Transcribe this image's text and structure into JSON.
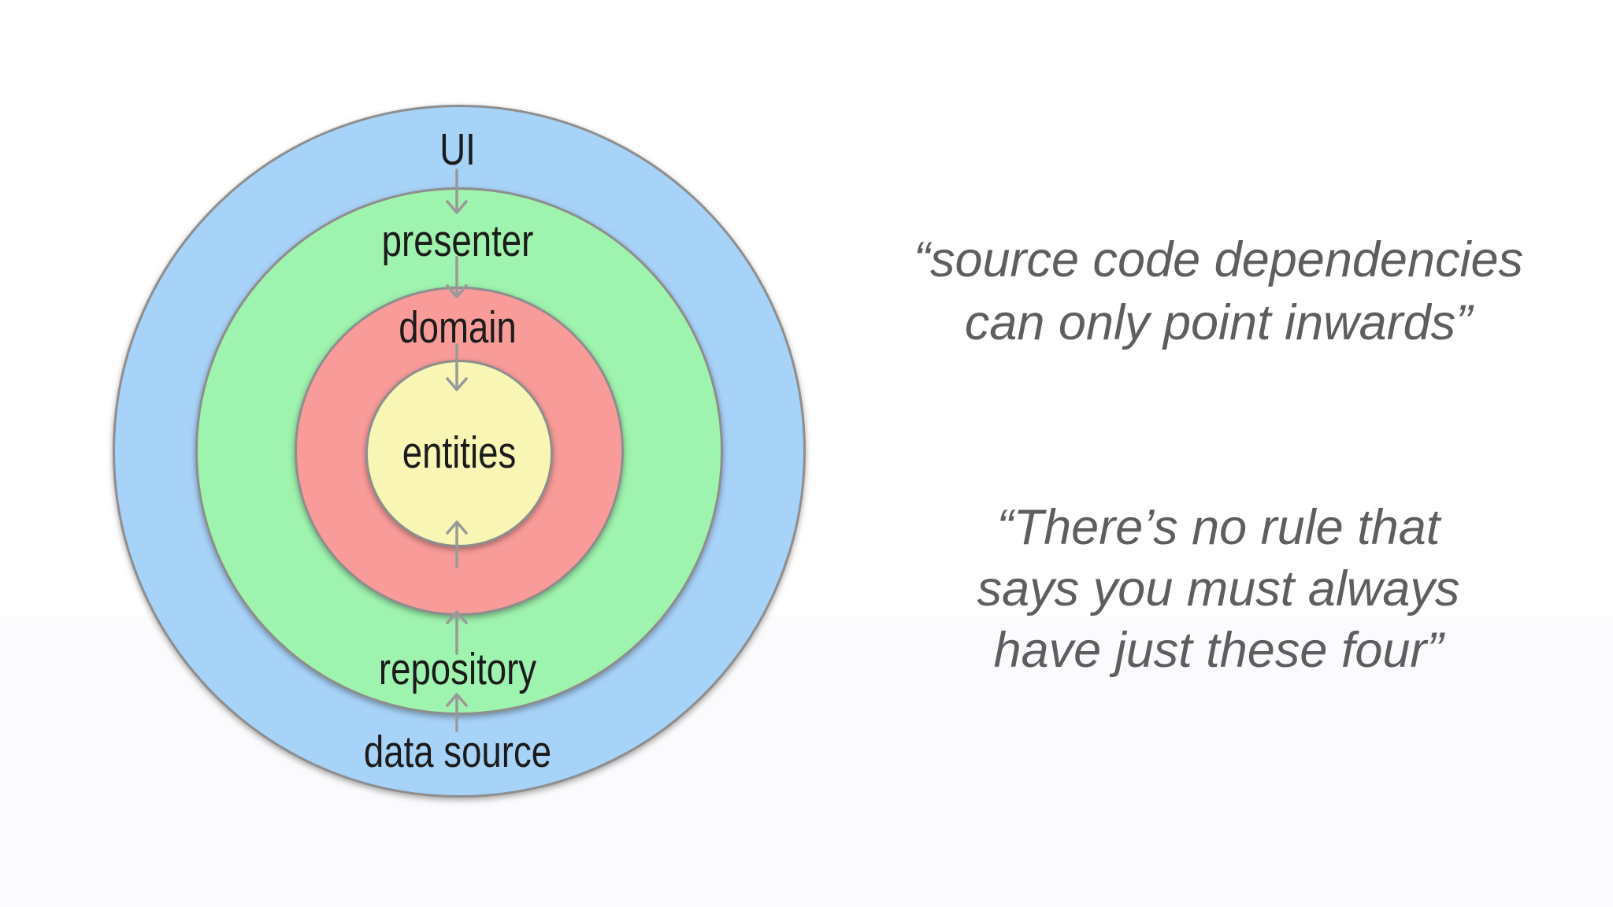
{
  "diagram": {
    "labels": {
      "ui": "UI",
      "presenter": "presenter",
      "domain": "domain",
      "entities": "entities",
      "repository": "repository",
      "data_source": "data source"
    },
    "colors": {
      "ui_ring": "#a8d3f8",
      "presenter_ring": "#9ef3ae",
      "domain_ring": "#f99c99",
      "entities_circle": "#f9f5b4",
      "ring_border": "#8e8e8e",
      "arrow": "#999999",
      "label_text": "#1b1b1b",
      "quote_text": "#5e5e60"
    }
  },
  "quotes": [
    {
      "lines": [
        "“source code dependencies",
        "can only point inwards”"
      ]
    },
    {
      "lines": [
        "“There’s no rule that",
        "says you must always",
        "have just these four”"
      ]
    }
  ]
}
